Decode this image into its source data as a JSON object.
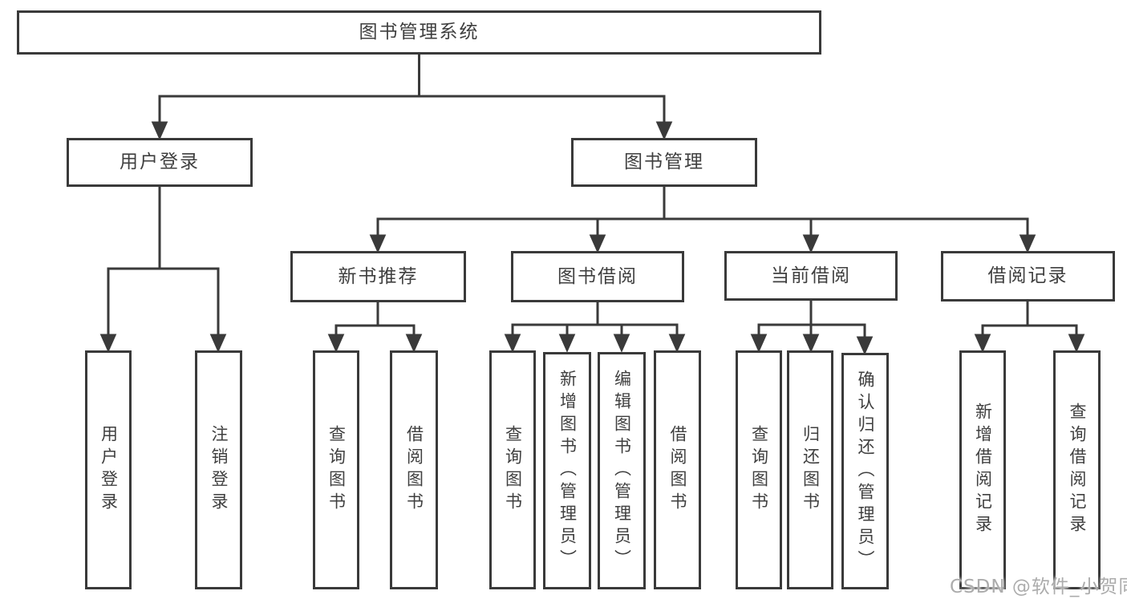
{
  "diagram": {
    "type": "hierarchy-tree",
    "root": {
      "label": "图书管理系统",
      "children": [
        {
          "label": "用户登录",
          "children": [
            {
              "label": "用户登录"
            },
            {
              "label": "注销登录"
            }
          ]
        },
        {
          "label": "图书管理",
          "children": [
            {
              "label": "新书推荐",
              "children": [
                {
                  "label": "查询图书"
                },
                {
                  "label": "借阅图书"
                }
              ]
            },
            {
              "label": "图书借阅",
              "children": [
                {
                  "label": "查询图书"
                },
                {
                  "label": "新增图书（管理员）"
                },
                {
                  "label": "编辑图书（管理员）"
                },
                {
                  "label": "借阅图书"
                }
              ]
            },
            {
              "label": "当前借阅",
              "children": [
                {
                  "label": "查询图书"
                },
                {
                  "label": "归还图书"
                },
                {
                  "label": "确认归还（管理员）"
                }
              ]
            },
            {
              "label": "借阅记录",
              "children": [
                {
                  "label": "新增借阅记录"
                },
                {
                  "label": "查询借阅记录"
                }
              ]
            }
          ]
        }
      ]
    },
    "colors": {
      "line": "#3a3a3a",
      "box_border": "#3a3a3a",
      "box_fill": "#ffffff",
      "text": "#3f3f3f",
      "background": "#ffffff",
      "watermark": "#acacac"
    }
  },
  "watermark": {
    "text": "CSDN @软件_小贺同学"
  }
}
